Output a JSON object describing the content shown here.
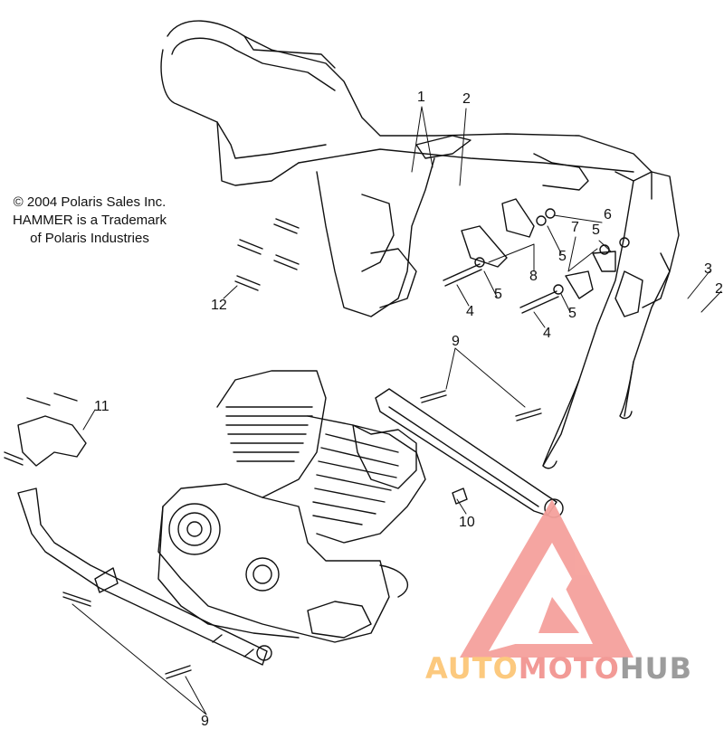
{
  "diagram": {
    "type": "exploded-parts-diagram",
    "subject": "motorcycle frame and engine mounting",
    "copyright_lines": [
      "© 2004 Polaris Sales Inc.",
      "HAMMER is a Trademark",
      "of Polaris Industries"
    ],
    "callouts": [
      {
        "id": "c1",
        "label": "1"
      },
      {
        "id": "c2a",
        "label": "2"
      },
      {
        "id": "c2b",
        "label": "2"
      },
      {
        "id": "c3",
        "label": "3"
      },
      {
        "id": "c4a",
        "label": "4"
      },
      {
        "id": "c4b",
        "label": "4"
      },
      {
        "id": "c5a",
        "label": "5"
      },
      {
        "id": "c5b",
        "label": "5"
      },
      {
        "id": "c5c",
        "label": "5"
      },
      {
        "id": "c5d",
        "label": "5"
      },
      {
        "id": "c6",
        "label": "6"
      },
      {
        "id": "c7",
        "label": "7"
      },
      {
        "id": "c8",
        "label": "8"
      },
      {
        "id": "c9a",
        "label": "9"
      },
      {
        "id": "c9b",
        "label": "9"
      },
      {
        "id": "c10",
        "label": "10"
      },
      {
        "id": "c11",
        "label": "11"
      },
      {
        "id": "c12",
        "label": "12"
      }
    ],
    "watermark": {
      "parts": [
        "AUTO",
        "MOTO",
        "HUB"
      ],
      "colors": [
        "#fcc97e",
        "#f29a96",
        "#9c9c9c"
      ],
      "logo_color": "#f5a19c"
    }
  }
}
